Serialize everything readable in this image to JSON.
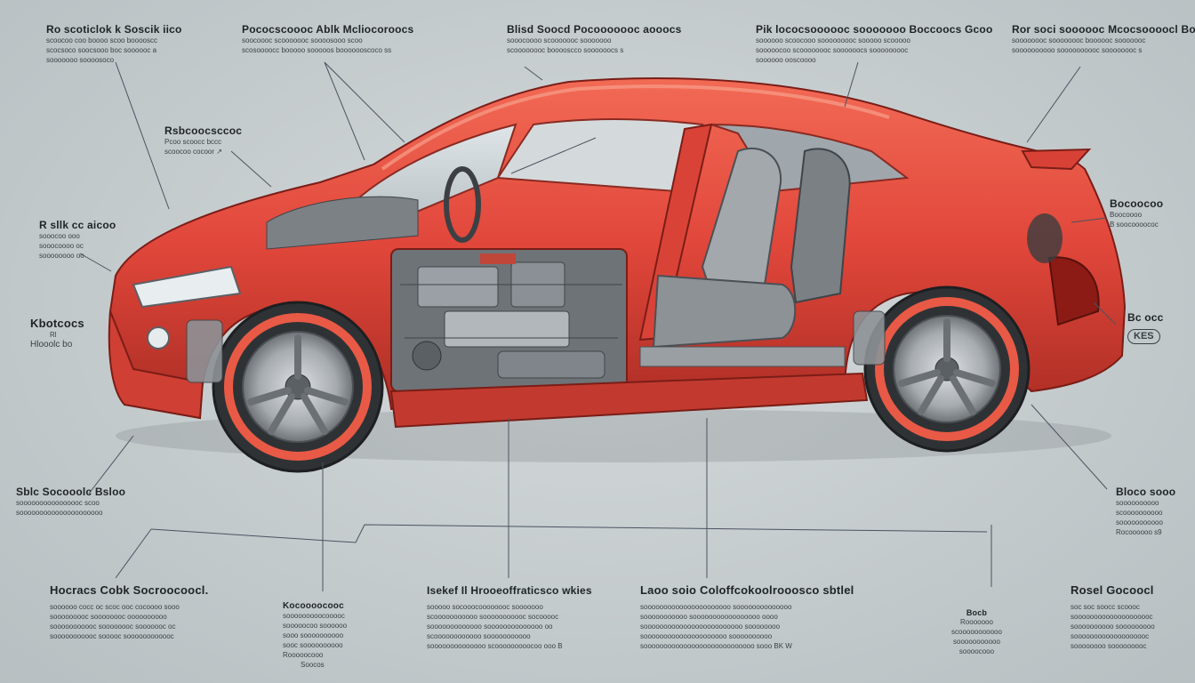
{
  "labels": [
    {
      "id": "top-1",
      "head": "Ro scoticlok k Soscik iico",
      "lines": [
        "scoocoo coo boooo scoo booooscc",
        "scocsoco soocsooo boc soooooc a",
        "sooooooo soooosoco"
      ]
    },
    {
      "id": "top-2",
      "head": "Pococscoooc Ablk Mcliocoroocs",
      "lines": [
        "soocoooc scooooooc soooosooo scoo",
        "scosoooocc booooo sooooos booooooscoco ss"
      ]
    },
    {
      "id": "top-3",
      "head": "Blisd Soocd Pocooooooc aooocs",
      "lines": [
        "sooocoooo scooooooc sooooooo",
        "scoooooooc booooscco soooooocs s"
      ]
    },
    {
      "id": "top-4",
      "head": "Pik lococsoooooc sooooooo Boccoocs Gcoo",
      "lines": [
        "soooooo scoocooo sooooooooc sooooo scooooo",
        "sooooocoo scoooooooc soooooocs sooooooooc",
        "soooooo ooscoooo"
      ]
    },
    {
      "id": "top-5",
      "head": "Ror soci soooooc Mcocsoooocl Bocoor",
      "lines": [
        "soooooooc soooooooc boooooc sooooooc",
        "soooooooooo soooooooooc soooooooc s"
      ]
    },
    {
      "id": "left-1",
      "head": "Rsbcoocsccoc",
      "lines": [
        "Pcoo scoocc bccc",
        "scoocoo cocoor ↗"
      ]
    },
    {
      "id": "left-2",
      "head": "R sllk cc aicoo",
      "lines": [
        "sooocoo ooo",
        "sooocoooo oc",
        "soooooooo oo"
      ]
    },
    {
      "id": "left-3",
      "head": "Kbotcocs",
      "lines": [
        "Rl",
        "Hlooolc bo"
      ]
    },
    {
      "id": "left-4",
      "head": "Sblc Socooolc Bsloo",
      "lines": [
        "soooooooooooooooc scoo",
        "sooooooooooooooooooooo"
      ]
    },
    {
      "id": "right-1",
      "head": "Bocoocoo",
      "lines": [
        "Boocoooo",
        "B soocoooococ"
      ]
    },
    {
      "id": "right-2",
      "head": "Bc occ",
      "lines": [
        "KES"
      ]
    },
    {
      "id": "right-3",
      "head": "Bloco sooo",
      "lines": [
        "soooooooooo",
        "scoooooooooo",
        "sooooooooooo",
        "Rocoooooo s9"
      ]
    },
    {
      "id": "bottom-1",
      "head": "Hocracs Cobk Socroocoocl.",
      "lines": [
        "soooooo cocc oc scoc ooc cocoooo sooo",
        "sooooooooc soooooooc oooooooooo",
        "sooooooooooc soooooooc sooooooc oc",
        "sooooooooooc sooooc soooooooooooc"
      ]
    },
    {
      "id": "bottom-2",
      "head": "Kocoooocooc",
      "lines": [
        "sooooooooocooooc",
        "sooooocoo soooooo",
        "sooo soooooooooo",
        "sooc soooooooooo",
        "Rooooocooo",
        "Soocos"
      ]
    },
    {
      "id": "bottom-3",
      "head": "Isekef Il Hrooeoffraticsco wkies",
      "lines": [
        "sooooo socooocoooooooc sooooooo",
        "scooooooooooo sooooooooooc socooooc",
        "sooooooooooooo soooooooooooooo oo",
        "scoooooooooooo sooooooooooo",
        "soooooooooooooo scooooooooocoo ooo B"
      ]
    },
    {
      "id": "bottom-4",
      "head": "Laoo soio Coloffcokoolrooosco sbtlel",
      "lines": [
        "soooooooooooooooooooooo soooooooooooooo",
        "sooooooooooo sooooooooooooooooo oooo",
        "sooooooooooooooooooooooooo soooooooo",
        "sooooooooooooooooooooo soooooooooo",
        "soooooooooooooooooooooooooooo sooo BK W"
      ]
    },
    {
      "id": "bottom-5",
      "head": "Rosel Gocoocl",
      "lines": [
        "soc soc soocc scoooc",
        "soooooooooooooooooooc",
        "soooooooooo sooooooooo",
        "sooooooooooooooooooc",
        "soooooooo sooooooooc"
      ]
    },
    {
      "id": "bottom-6",
      "head": "Bocb",
      "lines": [
        "Rooooooo",
        "scooooooooooo",
        "sooooooooooo",
        "soooocooo"
      ]
    }
  ],
  "colors": {
    "body": "#e0463a",
    "body_dark": "#a82a22",
    "body_light": "#f27a63",
    "tire": "#3b3b3b",
    "rim": "#b8bcc0",
    "interior": "#8a8f94",
    "leader": "#4a5360",
    "background": "#c7cdd0"
  }
}
